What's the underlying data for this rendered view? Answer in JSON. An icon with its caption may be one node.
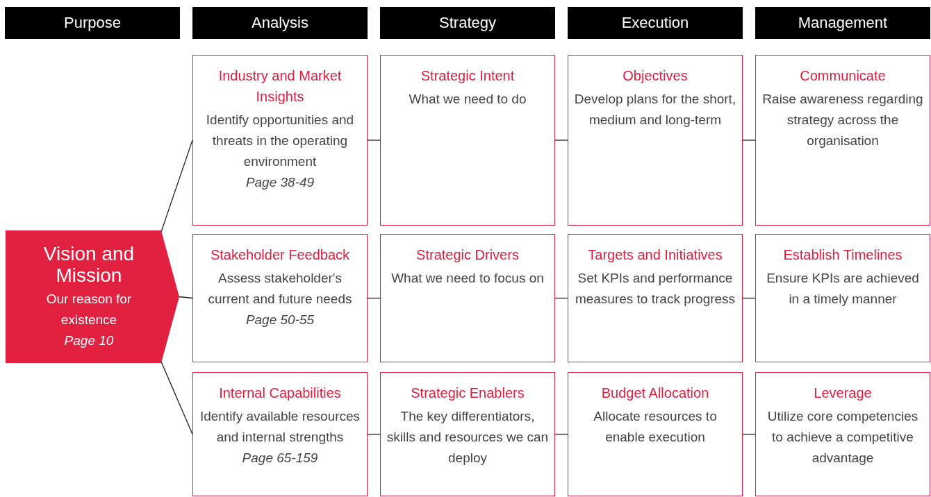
{
  "diagram": {
    "nodes": [
      {
        "text": [
          "Purpose"
        ]
      },
      {
        "text": [
          "Analysis"
        ]
      },
      {
        "text": [
          "Strategy"
        ]
      },
      {
        "text": [
          "Execution"
        ]
      },
      {
        "text": [
          "Management"
        ]
      },
      {
        "text": [
          "Vision and Mission",
          "Our reason for existence",
          "Page 10"
        ]
      },
      {
        "text": [
          "Industry and Market Insights",
          "Identify opportunities and threats in the operating environment",
          "Page 38-49"
        ]
      },
      {
        "text": [
          "Strategic Intent",
          "What we need to do"
        ]
      },
      {
        "text": [
          "Objectives",
          "Develop plans for the short, medium and long-term"
        ]
      },
      {
        "text": [
          "Communicate",
          "Raise awareness regarding strategy across the organisation"
        ]
      },
      {
        "text": [
          "Stakeholder Feedback",
          "Assess stakeholder's current and future needs",
          "Page 50-55"
        ]
      },
      {
        "text": [
          "Strategic Drivers",
          "What we need to focus on"
        ]
      },
      {
        "text": [
          "Targets and Initiatives",
          "Set KPIs and performance measures to track progress"
        ]
      },
      {
        "text": [
          "Establish Timelines",
          "Ensure KPIs are achieved in a timely manner"
        ]
      },
      {
        "text": [
          "Internal Capabilities",
          "Identify available resources and internal strengths",
          "Page 65-159"
        ]
      },
      {
        "text": [
          "Strategic Enablers",
          "The key differentiators, skills and resources we can deploy"
        ]
      },
      {
        "text": [
          "Budget Allocation",
          "Allocate resources to enable execution"
        ]
      },
      {
        "text": [
          "Leverage",
          "Utilize core competencies to achieve a competitive advantage"
        ]
      }
    ],
    "edges": [
      {
        "from": 5,
        "to": 6,
        "arrow": "none"
      },
      {
        "from": 5,
        "to": 10,
        "arrow": "none"
      },
      {
        "from": 5,
        "to": 14,
        "arrow": "none"
      },
      {
        "from": 6,
        "to": 7,
        "arrow": "none"
      },
      {
        "from": 7,
        "to": 8,
        "arrow": "none"
      },
      {
        "from": 8,
        "to": 9,
        "arrow": "none"
      },
      {
        "from": 10,
        "to": 11,
        "arrow": "none"
      },
      {
        "from": 11,
        "to": 12,
        "arrow": "none"
      },
      {
        "from": 12,
        "to": 13,
        "arrow": "none"
      },
      {
        "from": 14,
        "to": 15,
        "arrow": "none"
      },
      {
        "from": 15,
        "to": 16,
        "arrow": "none"
      },
      {
        "from": 16,
        "to": 17,
        "arrow": "none"
      }
    ]
  }
}
